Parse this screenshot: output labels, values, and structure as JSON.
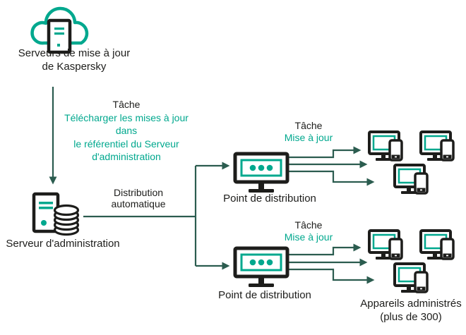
{
  "colors": {
    "teal": "#00A88E",
    "arrow": "#2B5C4F",
    "ink": "#1D1D1B",
    "background": "#FFFFFF"
  },
  "nodes": {
    "update_servers": {
      "line1": "Serveurs de mise à jour",
      "line2": "de Kaspersky",
      "icon": "cloud-server-icon"
    },
    "admin_server": {
      "label": "Serveur d'administration",
      "icon": "server-database-icon"
    },
    "distribution_point_top": {
      "label": "Point de distribution",
      "icon": "monitor-icon"
    },
    "distribution_point_bottom": {
      "label": "Point de distribution",
      "icon": "monitor-icon"
    },
    "managed_devices": {
      "line1": "Appareils administrés",
      "line2": "(plus de 300)",
      "icon": "desktop-phone-icon"
    }
  },
  "annotations": {
    "download_task": {
      "title": "Tâche",
      "line1": "Télécharger les mises à jour",
      "line2": "dans",
      "line3": "le référentiel du Serveur",
      "line4": "d'administration"
    },
    "auto_distribution": {
      "line1": "Distribution",
      "line2": "automatique"
    },
    "update_task_top": {
      "title": "Tâche",
      "subtitle": "Mise à jour"
    },
    "update_task_bottom": {
      "title": "Tâche",
      "subtitle": "Mise à jour"
    }
  }
}
